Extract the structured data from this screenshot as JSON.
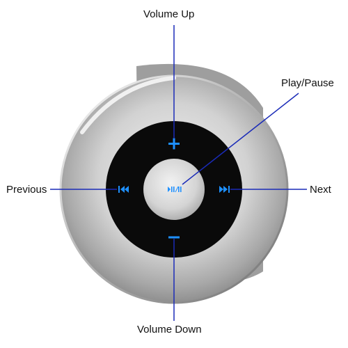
{
  "labels": {
    "volume_up": "Volume Up",
    "play_pause": "Play/Pause",
    "previous": "Previous",
    "next": "Next",
    "volume_down": "Volume Down"
  },
  "icons": {
    "volume_up": "plus-icon",
    "volume_down": "minus-icon",
    "previous": "skip-previous-icon",
    "next": "skip-next-icon",
    "play_pause": "play-pause-icon"
  },
  "colors": {
    "leader_line": "#1a2bb8",
    "icon_glow": "#1e90ff",
    "control_ring": "#0a0a0a",
    "body_silver": "#c9c9c9",
    "center_button": "#d9d9d9"
  }
}
